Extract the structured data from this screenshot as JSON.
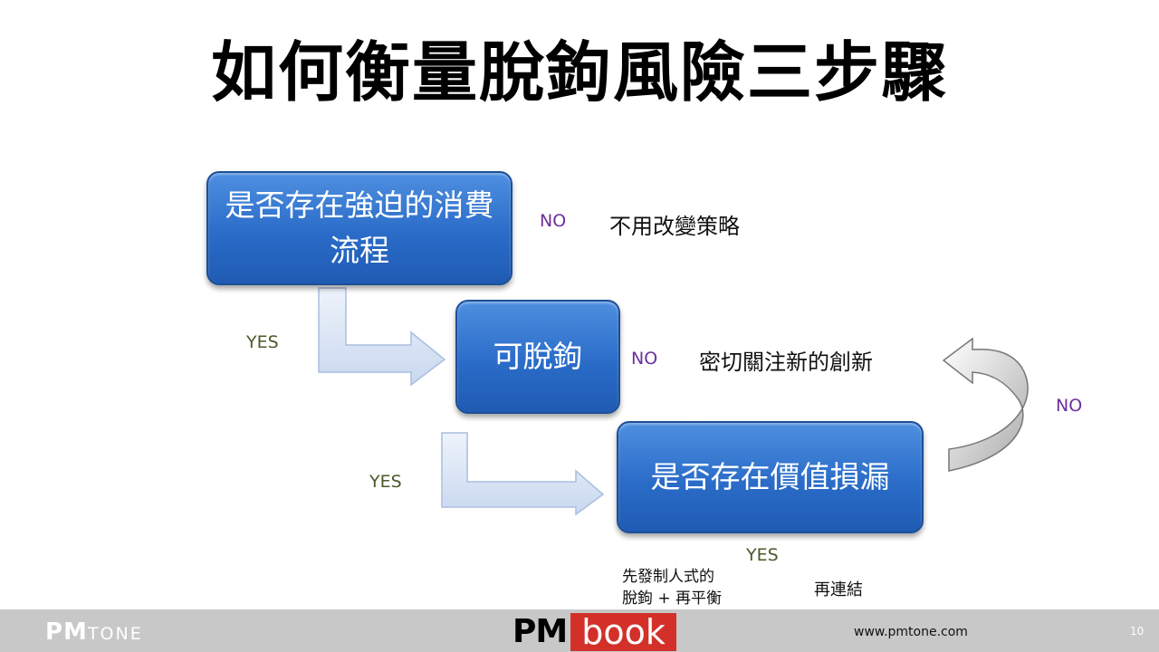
{
  "title": "如何衡量脫鉤風險三步驟",
  "boxes": {
    "step1": "是否存在強迫的消費流程",
    "step2": "可脫鉤",
    "step3": "是否存在價值損漏"
  },
  "labels": {
    "no1": "NO",
    "no2": "NO",
    "no3": "NO",
    "yes1": "YES",
    "yes2": "YES",
    "yes3": "YES"
  },
  "outcomes": {
    "no_change": "不用改變策略",
    "watch": "密切關注新的創新",
    "decouple_line1": "先發制人式的",
    "decouple_line2": "脫鉤 + 再平衡",
    "reconnect": "再連結"
  },
  "footer": {
    "brand_left_strong": "PM",
    "brand_left_rest": "TONE",
    "brand_center_pm": "PM",
    "brand_center_book": "book",
    "url": "www.pmtone.com",
    "page": "10"
  },
  "colors": {
    "box_blue": "#2a6cc8",
    "yes_green": "#4a5a2a",
    "no_purple": "#6b2f9e",
    "footer_gray": "#c8c8c8",
    "book_red": "#d3302a"
  }
}
